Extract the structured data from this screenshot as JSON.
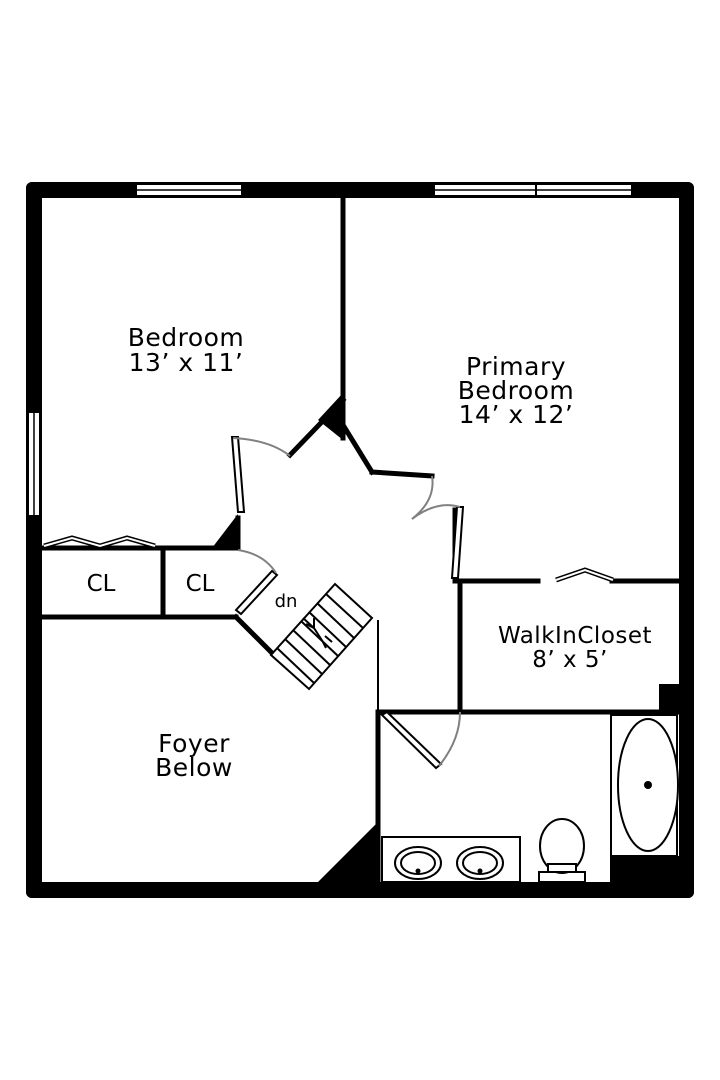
{
  "rooms": {
    "bedroom": {
      "name": "Bedroom",
      "dims": "13’ x 11’"
    },
    "primary_bedroom": {
      "name_line1": "Primary",
      "name_line2": "Bedroom",
      "dims": "14’ x 12’"
    },
    "closet_1": {
      "name": "CL"
    },
    "closet_2": {
      "name": "CL"
    },
    "walk_in_closet": {
      "name": "WalkInCloset",
      "dims": "8’ x 5’"
    },
    "foyer": {
      "name_line1": "Foyer",
      "name_line2": "Below"
    }
  },
  "stairs": {
    "label": "dn"
  },
  "colors": {
    "wall": "#000000",
    "background": "#ffffff",
    "door_swing": "#808080"
  }
}
